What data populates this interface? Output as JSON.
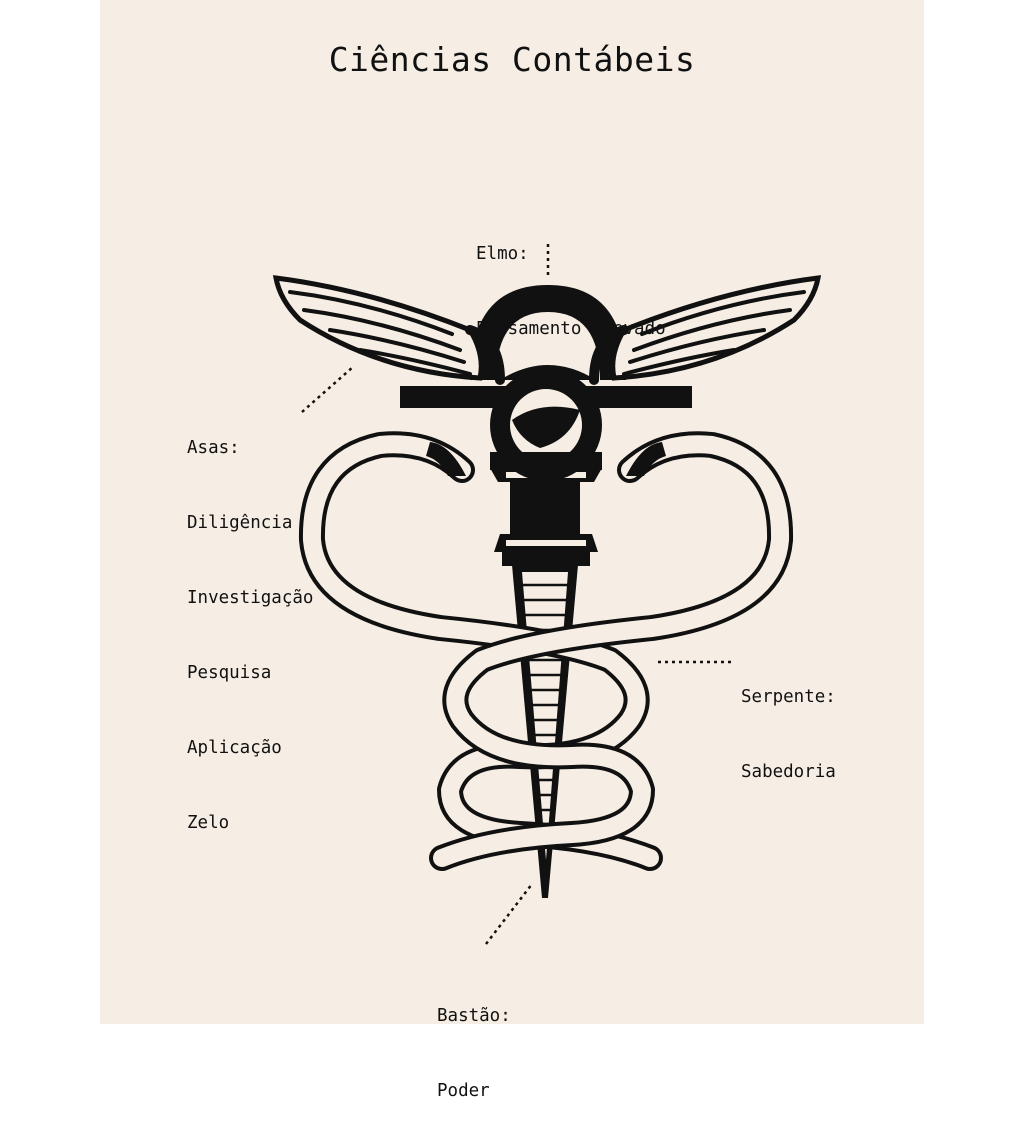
{
  "title": "Ciências Contábeis",
  "labels": {
    "helmet": {
      "heading": "Elmo:",
      "lines": [
        "Pensamento elevado"
      ]
    },
    "wings": {
      "heading": "Asas:",
      "lines": [
        "Diligência",
        "Investigação",
        "Pesquisa",
        "Aplicação",
        "Zelo"
      ]
    },
    "serpent": {
      "heading": "Serpente:",
      "lines": [
        "Sabedoria"
      ]
    },
    "staff": {
      "heading": "Bastão:",
      "lines": [
        "Poder"
      ]
    }
  },
  "colors": {
    "background": "#f6eee4",
    "ink": "#111111",
    "outer": "#ffffff"
  }
}
